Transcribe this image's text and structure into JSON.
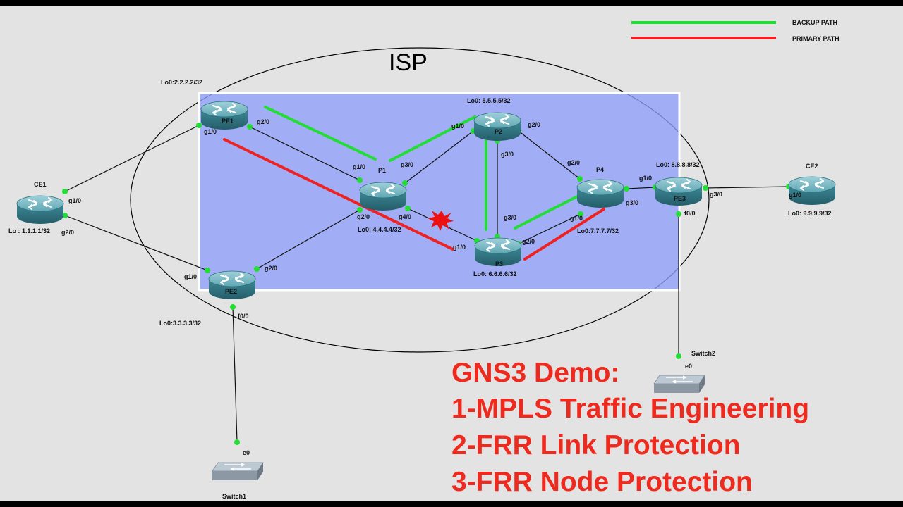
{
  "legend": {
    "backup": {
      "label": "BACKUP PATH",
      "color": "#22dd33"
    },
    "primary": {
      "label": "PRIMARY PATH",
      "color": "#ee2222"
    }
  },
  "cloud_label": "ISP",
  "highlight_color": "#8e9ffa",
  "nodes": {
    "pe1": "PE1",
    "p1": "P1",
    "p2": "P2",
    "p3": "P3",
    "p4": "P4",
    "pe2": "PE2",
    "pe3": "PE3",
    "ce1": "CE1",
    "ce2": "CE2",
    "switch1": "Switch1",
    "switch2": "Switch2"
  },
  "loopbacks": {
    "pe1": "Lo0:2.2.2.2/32",
    "p2": "Lo0: 5.5.5.5/32",
    "p1": "Lo0: 4.4.4.4/32",
    "p3": "Lo0: 6.6.6.6/32",
    "p4": "Lo0:7.7.7.7/32",
    "pe3": "Lo0: 8.8.8.8/32",
    "ce2": "Lo0: 9.9.9.9/32",
    "ce1": "Lo : 1.1.1.1/32",
    "pe2": "Lo0:3.3.3.3/32"
  },
  "interfaces": {
    "pe1_g2": "g2/0",
    "pe1_g1": "g1/0",
    "p1_g1": "g1/0",
    "p1_g3": "g3/0",
    "p1_g2": "g2/0",
    "p1_g4": "g4/0",
    "p2_g1": "g1/0",
    "p2_g2": "g2/0",
    "p2_g3": "g3/0",
    "p4_g2": "g2/0",
    "p4_g1": "g1/0",
    "p4_g3": "g3/0",
    "p3_g3": "g3/0",
    "p3_g2": "g2/0",
    "p3_g1": "g1/0",
    "pe3_g1": "g1/0",
    "pe3_g3": "g3/0",
    "pe3_f0": "f0/0",
    "ce2_g1": "g1/0",
    "ce1_g1": "g1/0",
    "ce1_g2": "g2/0",
    "pe2_g1": "g1/0",
    "pe2_g2": "g2/0",
    "pe2_f0": "f0/0",
    "switch1_e0": "e0",
    "switch2_e0": "e0"
  },
  "title_lines": [
    "GNS3 Demo:",
    "1-MPLS Traffic Engineering",
    "2-FRR Link Protection",
    "3-FRR Node Protection"
  ]
}
